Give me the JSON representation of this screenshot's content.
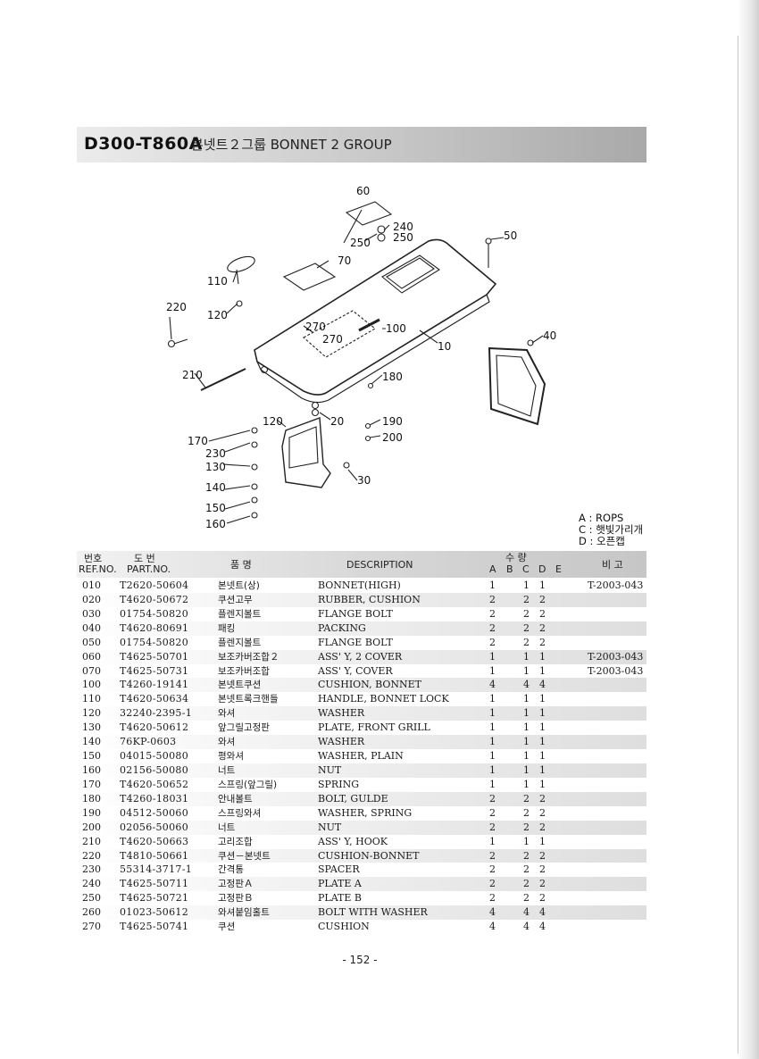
{
  "title": {
    "code": "D300-T860A",
    "text": "본넷트２그룹 BONNET 2 GROUP"
  },
  "diagram": {
    "callouts": [
      "60",
      "240",
      "250",
      "250",
      "50",
      "70",
      "110",
      "220",
      "120",
      "270",
      "270",
      "100",
      "10",
      "40",
      "210",
      "180",
      "120",
      "20",
      "190",
      "200",
      "170",
      "230",
      "130",
      "30",
      "140",
      "150",
      "160"
    ]
  },
  "legend": [
    "A : ROPS",
    "C : 햇빛가리개",
    "D : 오픈캡"
  ],
  "table": {
    "headers": {
      "ref_kr": "번호",
      "part_kr": "도 번",
      "ref_en": "REF.NO.",
      "part_en": "PART.NO.",
      "name_kr": "품 명",
      "description": "DESCRIPTION",
      "qty_kr": "수 량",
      "a": "A",
      "b": "B",
      "c": "C",
      "d": "D",
      "e": "E",
      "remarks": "비 고"
    },
    "rows": [
      {
        "ref": "010",
        "part": "T2620-50604",
        "kor": "본넷트(상)",
        "desc": "BONNET(HIGH)",
        "a": "1",
        "b": "",
        "c": "1",
        "d": "1",
        "rem": "T-2003-043"
      },
      {
        "ref": "020",
        "part": "T4620-50672",
        "kor": "쿠션고무",
        "desc": "RUBBER, CUSHION",
        "a": "2",
        "b": "",
        "c": "2",
        "d": "2",
        "rem": ""
      },
      {
        "ref": "030",
        "part": "01754-50820",
        "kor": "플렌지볼트",
        "desc": "FLANGE BOLT",
        "a": "2",
        "b": "",
        "c": "2",
        "d": "2",
        "rem": ""
      },
      {
        "ref": "040",
        "part": "T4620-80691",
        "kor": "패킹",
        "desc": "PACKING",
        "a": "2",
        "b": "",
        "c": "2",
        "d": "2",
        "rem": ""
      },
      {
        "ref": "050",
        "part": "01754-50820",
        "kor": "플렌지볼트",
        "desc": "FLANGE BOLT",
        "a": "2",
        "b": "",
        "c": "2",
        "d": "2",
        "rem": ""
      },
      {
        "ref": "060",
        "part": "T4625-50701",
        "kor": "보조카버조합２",
        "desc": "ASS' Y, 2 COVER",
        "a": "1",
        "b": "",
        "c": "1",
        "d": "1",
        "rem": "T-2003-043"
      },
      {
        "ref": "070",
        "part": "T4625-50731",
        "kor": "보조카버조합",
        "desc": "ASS' Y, COVER",
        "a": "1",
        "b": "",
        "c": "1",
        "d": "1",
        "rem": "T-2003-043"
      },
      {
        "ref": "100",
        "part": "T4260-19141",
        "kor": "본넷트쿠션",
        "desc": "CUSHION, BONNET",
        "a": "4",
        "b": "",
        "c": "4",
        "d": "4",
        "rem": ""
      },
      {
        "ref": "110",
        "part": "T4620-50634",
        "kor": "본넷트록크핸들",
        "desc": "HANDLE, BONNET LOCK",
        "a": "1",
        "b": "",
        "c": "1",
        "d": "1",
        "rem": ""
      },
      {
        "ref": "120",
        "part": "32240-2395-1",
        "kor": "와셔",
        "desc": "WASHER",
        "a": "1",
        "b": "",
        "c": "1",
        "d": "1",
        "rem": ""
      },
      {
        "ref": "130",
        "part": "T4620-50612",
        "kor": "앞그릴고정판",
        "desc": "PLATE, FRONT GRILL",
        "a": "1",
        "b": "",
        "c": "1",
        "d": "1",
        "rem": ""
      },
      {
        "ref": "140",
        "part": "76KP-0603",
        "kor": "와셔",
        "desc": "WASHER",
        "a": "1",
        "b": "",
        "c": "1",
        "d": "1",
        "rem": ""
      },
      {
        "ref": "150",
        "part": "04015-50080",
        "kor": "평와셔",
        "desc": "WASHER, PLAIN",
        "a": "1",
        "b": "",
        "c": "1",
        "d": "1",
        "rem": ""
      },
      {
        "ref": "160",
        "part": "02156-50080",
        "kor": "너트",
        "desc": "NUT",
        "a": "1",
        "b": "",
        "c": "1",
        "d": "1",
        "rem": ""
      },
      {
        "ref": "170",
        "part": "T4620-50652",
        "kor": "스프링(앞그릴)",
        "desc": "SPRING",
        "a": "1",
        "b": "",
        "c": "1",
        "d": "1",
        "rem": ""
      },
      {
        "ref": "180",
        "part": "T4260-18031",
        "kor": "안내볼트",
        "desc": "BOLT, GULDE",
        "a": "2",
        "b": "",
        "c": "2",
        "d": "2",
        "rem": ""
      },
      {
        "ref": "190",
        "part": "04512-50060",
        "kor": "스프링와셔",
        "desc": "WASHER, SPRING",
        "a": "2",
        "b": "",
        "c": "2",
        "d": "2",
        "rem": ""
      },
      {
        "ref": "200",
        "part": "02056-50060",
        "kor": "너트",
        "desc": "NUT",
        "a": "2",
        "b": "",
        "c": "2",
        "d": "2",
        "rem": ""
      },
      {
        "ref": "210",
        "part": "T4620-50663",
        "kor": "고리조합",
        "desc": "ASS' Y, HOOK",
        "a": "1",
        "b": "",
        "c": "1",
        "d": "1",
        "rem": ""
      },
      {
        "ref": "220",
        "part": "T4810-50661",
        "kor": "쿠션－본넷트",
        "desc": "CUSHION-BONNET",
        "a": "2",
        "b": "",
        "c": "2",
        "d": "2",
        "rem": ""
      },
      {
        "ref": "230",
        "part": "55314-3717-1",
        "kor": "간격통",
        "desc": "SPACER",
        "a": "2",
        "b": "",
        "c": "2",
        "d": "2",
        "rem": ""
      },
      {
        "ref": "240",
        "part": "T4625-50711",
        "kor": "고정판Ａ",
        "desc": "PLATE A",
        "a": "2",
        "b": "",
        "c": "2",
        "d": "2",
        "rem": ""
      },
      {
        "ref": "250",
        "part": "T4625-50721",
        "kor": "고정판Ｂ",
        "desc": "PLATE B",
        "a": "2",
        "b": "",
        "c": "2",
        "d": "2",
        "rem": ""
      },
      {
        "ref": "260",
        "part": "01023-50612",
        "kor": "와셔붙임홀트",
        "desc": "BOLT WITH WASHER",
        "a": "4",
        "b": "",
        "c": "4",
        "d": "4",
        "rem": ""
      },
      {
        "ref": "270",
        "part": "T4625-50741",
        "kor": "쿠션",
        "desc": "CUSHION",
        "a": "4",
        "b": "",
        "c": "4",
        "d": "4",
        "rem": ""
      }
    ]
  },
  "page_number": "- 152 -"
}
